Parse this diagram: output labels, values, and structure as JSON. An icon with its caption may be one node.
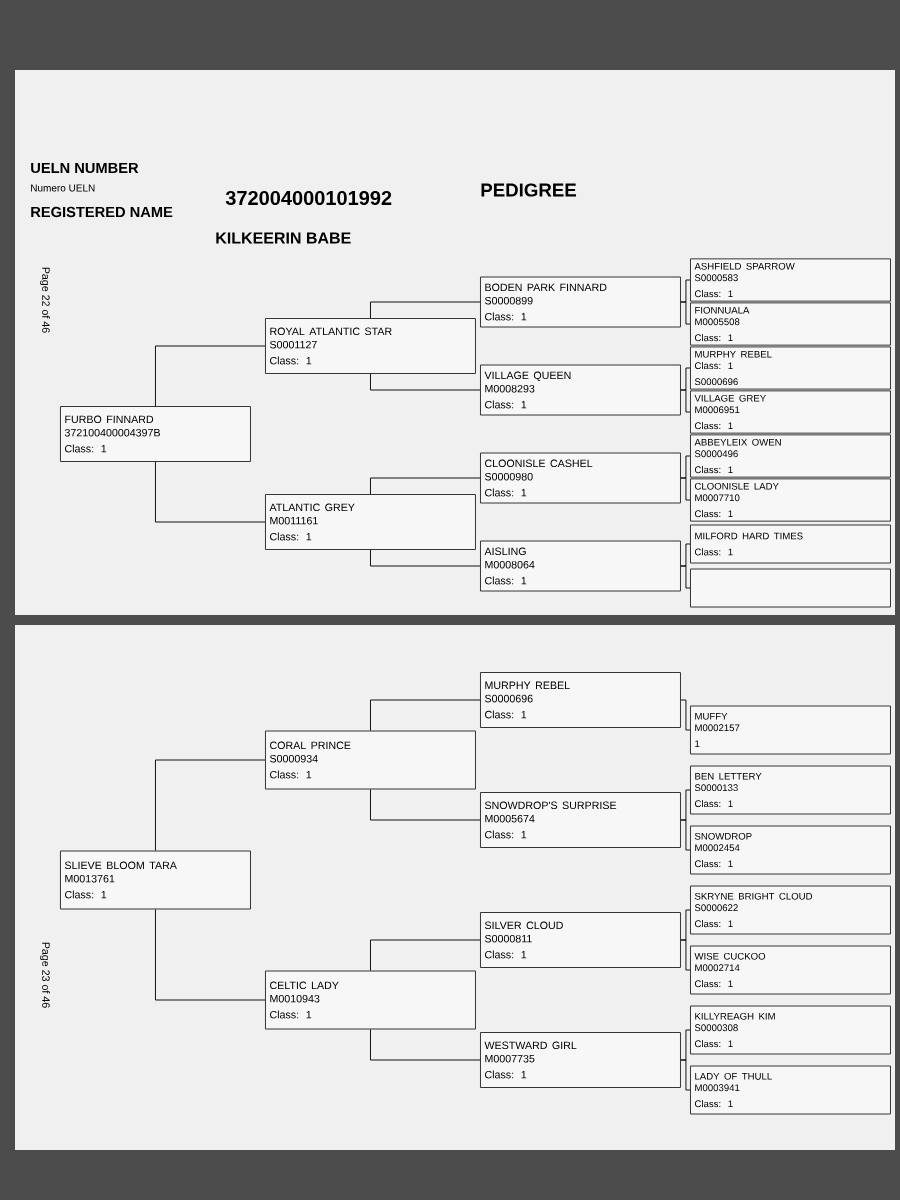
{
  "diagram": {
    "title": "PEDIGREE",
    "nodes": [
      {
        "text": [
          "FURBO FINNARD",
          "372100400004397B",
          "Class: 1"
        ]
      },
      {
        "text": [
          "ROYAL ATLANTIC STAR",
          "S0001127",
          "Class: 1"
        ]
      },
      {
        "text": [
          "BODEN PARK FINNARD",
          "S0000899",
          "Class: 1"
        ]
      },
      {
        "text": [
          "ASHFIELD SPARROW",
          "S0000583",
          "Class: 1"
        ]
      },
      {
        "text": [
          "FIONNUALA",
          "M0005508",
          "Class: 1"
        ]
      },
      {
        "text": [
          "VILLAGE QUEEN",
          "M0008293",
          "Class: 1"
        ]
      },
      {
        "text": [
          "MURPHY REBEL",
          "Class: 1",
          "S0000696"
        ]
      },
      {
        "text": [
          "VILLAGE GREY",
          "M0006951",
          "Class: 1"
        ]
      },
      {
        "text": [
          "ATLANTIC GREY",
          "M0011161",
          "Class: 1"
        ]
      },
      {
        "text": [
          "CLOONISLE CASHEL",
          "S0000980",
          "Class: 1"
        ]
      },
      {
        "text": [
          "ABBEYLEIX OWEN",
          "S0000496",
          "Class: 1"
        ]
      },
      {
        "text": [
          "CLOONISLE LADY",
          "M0007710",
          "Class: 1"
        ]
      },
      {
        "text": [
          "AISLING",
          "M0008064",
          "Class: 1"
        ]
      },
      {
        "text": [
          "MILFORD HARD TIMES",
          "Class: 1"
        ]
      },
      {
        "text": [],
        "shape": "box"
      },
      {
        "text": [
          "SLIEVE BLOOM TARA",
          "M0013761",
          "Class: 1"
        ]
      },
      {
        "text": [
          "CORAL PRINCE",
          "S0000934",
          "Class: 1"
        ]
      },
      {
        "text": [
          "MURPHY REBEL",
          "S0000696",
          "Class: 1"
        ]
      },
      {
        "text": [
          "MUFFY",
          "M0002157",
          "1"
        ]
      },
      {
        "text": [
          "SNOWDROP'S SURPRISE",
          "M0005674",
          "Class: 1"
        ]
      },
      {
        "text": [
          "BEN LETTERY",
          "S0000133",
          "Class: 1"
        ]
      },
      {
        "text": [
          "SNOWDROP",
          "M0002454",
          "Class: 1"
        ]
      },
      {
        "text": [
          "CELTIC LADY",
          "M0010943",
          "Class: 1"
        ]
      },
      {
        "text": [
          "SILVER CLOUD",
          "S0000811",
          "Class: 1"
        ]
      },
      {
        "text": [
          "SKRYNE BRIGHT CLOUD",
          "S0000622",
          "Class: 1"
        ]
      },
      {
        "text": [
          "WISE CUCKOO",
          "M0002714",
          "Class: 1"
        ]
      },
      {
        "text": [
          "WESTWARD GIRL",
          "M0007735",
          "Class: 1"
        ]
      },
      {
        "text": [
          "KILLYREAGH KIM",
          "S0000308",
          "Class: 1"
        ]
      },
      {
        "text": [
          "LADY OF THULL",
          "M0003941",
          "Class: 1"
        ]
      }
    ],
    "edges": [
      {
        "from": 0,
        "to": 1,
        "arrow": "none"
      },
      {
        "from": 0,
        "to": 8,
        "arrow": "none"
      },
      {
        "from": 1,
        "to": 2,
        "arrow": "none"
      },
      {
        "from": 1,
        "to": 5,
        "arrow": "none"
      },
      {
        "from": 2,
        "to": 3,
        "arrow": "none"
      },
      {
        "from": 2,
        "to": 4,
        "arrow": "none"
      },
      {
        "from": 5,
        "to": 6,
        "arrow": "none"
      },
      {
        "from": 5,
        "to": 7,
        "arrow": "none"
      },
      {
        "from": 8,
        "to": 9,
        "arrow": "none"
      },
      {
        "from": 8,
        "to": 12,
        "arrow": "none"
      },
      {
        "from": 9,
        "to": 10,
        "arrow": "none"
      },
      {
        "from": 9,
        "to": 11,
        "arrow": "none"
      },
      {
        "from": 12,
        "to": 13,
        "arrow": "none"
      },
      {
        "from": 12,
        "to": 14,
        "arrow": "none"
      },
      {
        "from": 15,
        "to": 16,
        "arrow": "none"
      },
      {
        "from": 15,
        "to": 22,
        "arrow": "none"
      },
      {
        "from": 16,
        "to": 17,
        "arrow": "none"
      },
      {
        "from": 16,
        "to": 19,
        "arrow": "none"
      },
      {
        "from": 17,
        "to": 18,
        "arrow": "none"
      },
      {
        "from": 19,
        "to": 20,
        "arrow": "none"
      },
      {
        "from": 19,
        "to": 21,
        "arrow": "none"
      },
      {
        "from": 22,
        "to": 23,
        "arrow": "none"
      },
      {
        "from": 22,
        "to": 26,
        "arrow": "none"
      },
      {
        "from": 23,
        "to": 24,
        "arrow": "none"
      },
      {
        "from": 23,
        "to": 25,
        "arrow": "none"
      },
      {
        "from": 26,
        "to": 27,
        "arrow": "none"
      },
      {
        "from": 26,
        "to": 28,
        "arrow": "none"
      }
    ],
    "labels": [
      "UELN NUMBER",
      "Numero UELN",
      "372004000101992",
      "REGISTERED NAME",
      "KILKEERIN BABE",
      "Page 22 of 46",
      "Page 23 of 46"
    ]
  }
}
